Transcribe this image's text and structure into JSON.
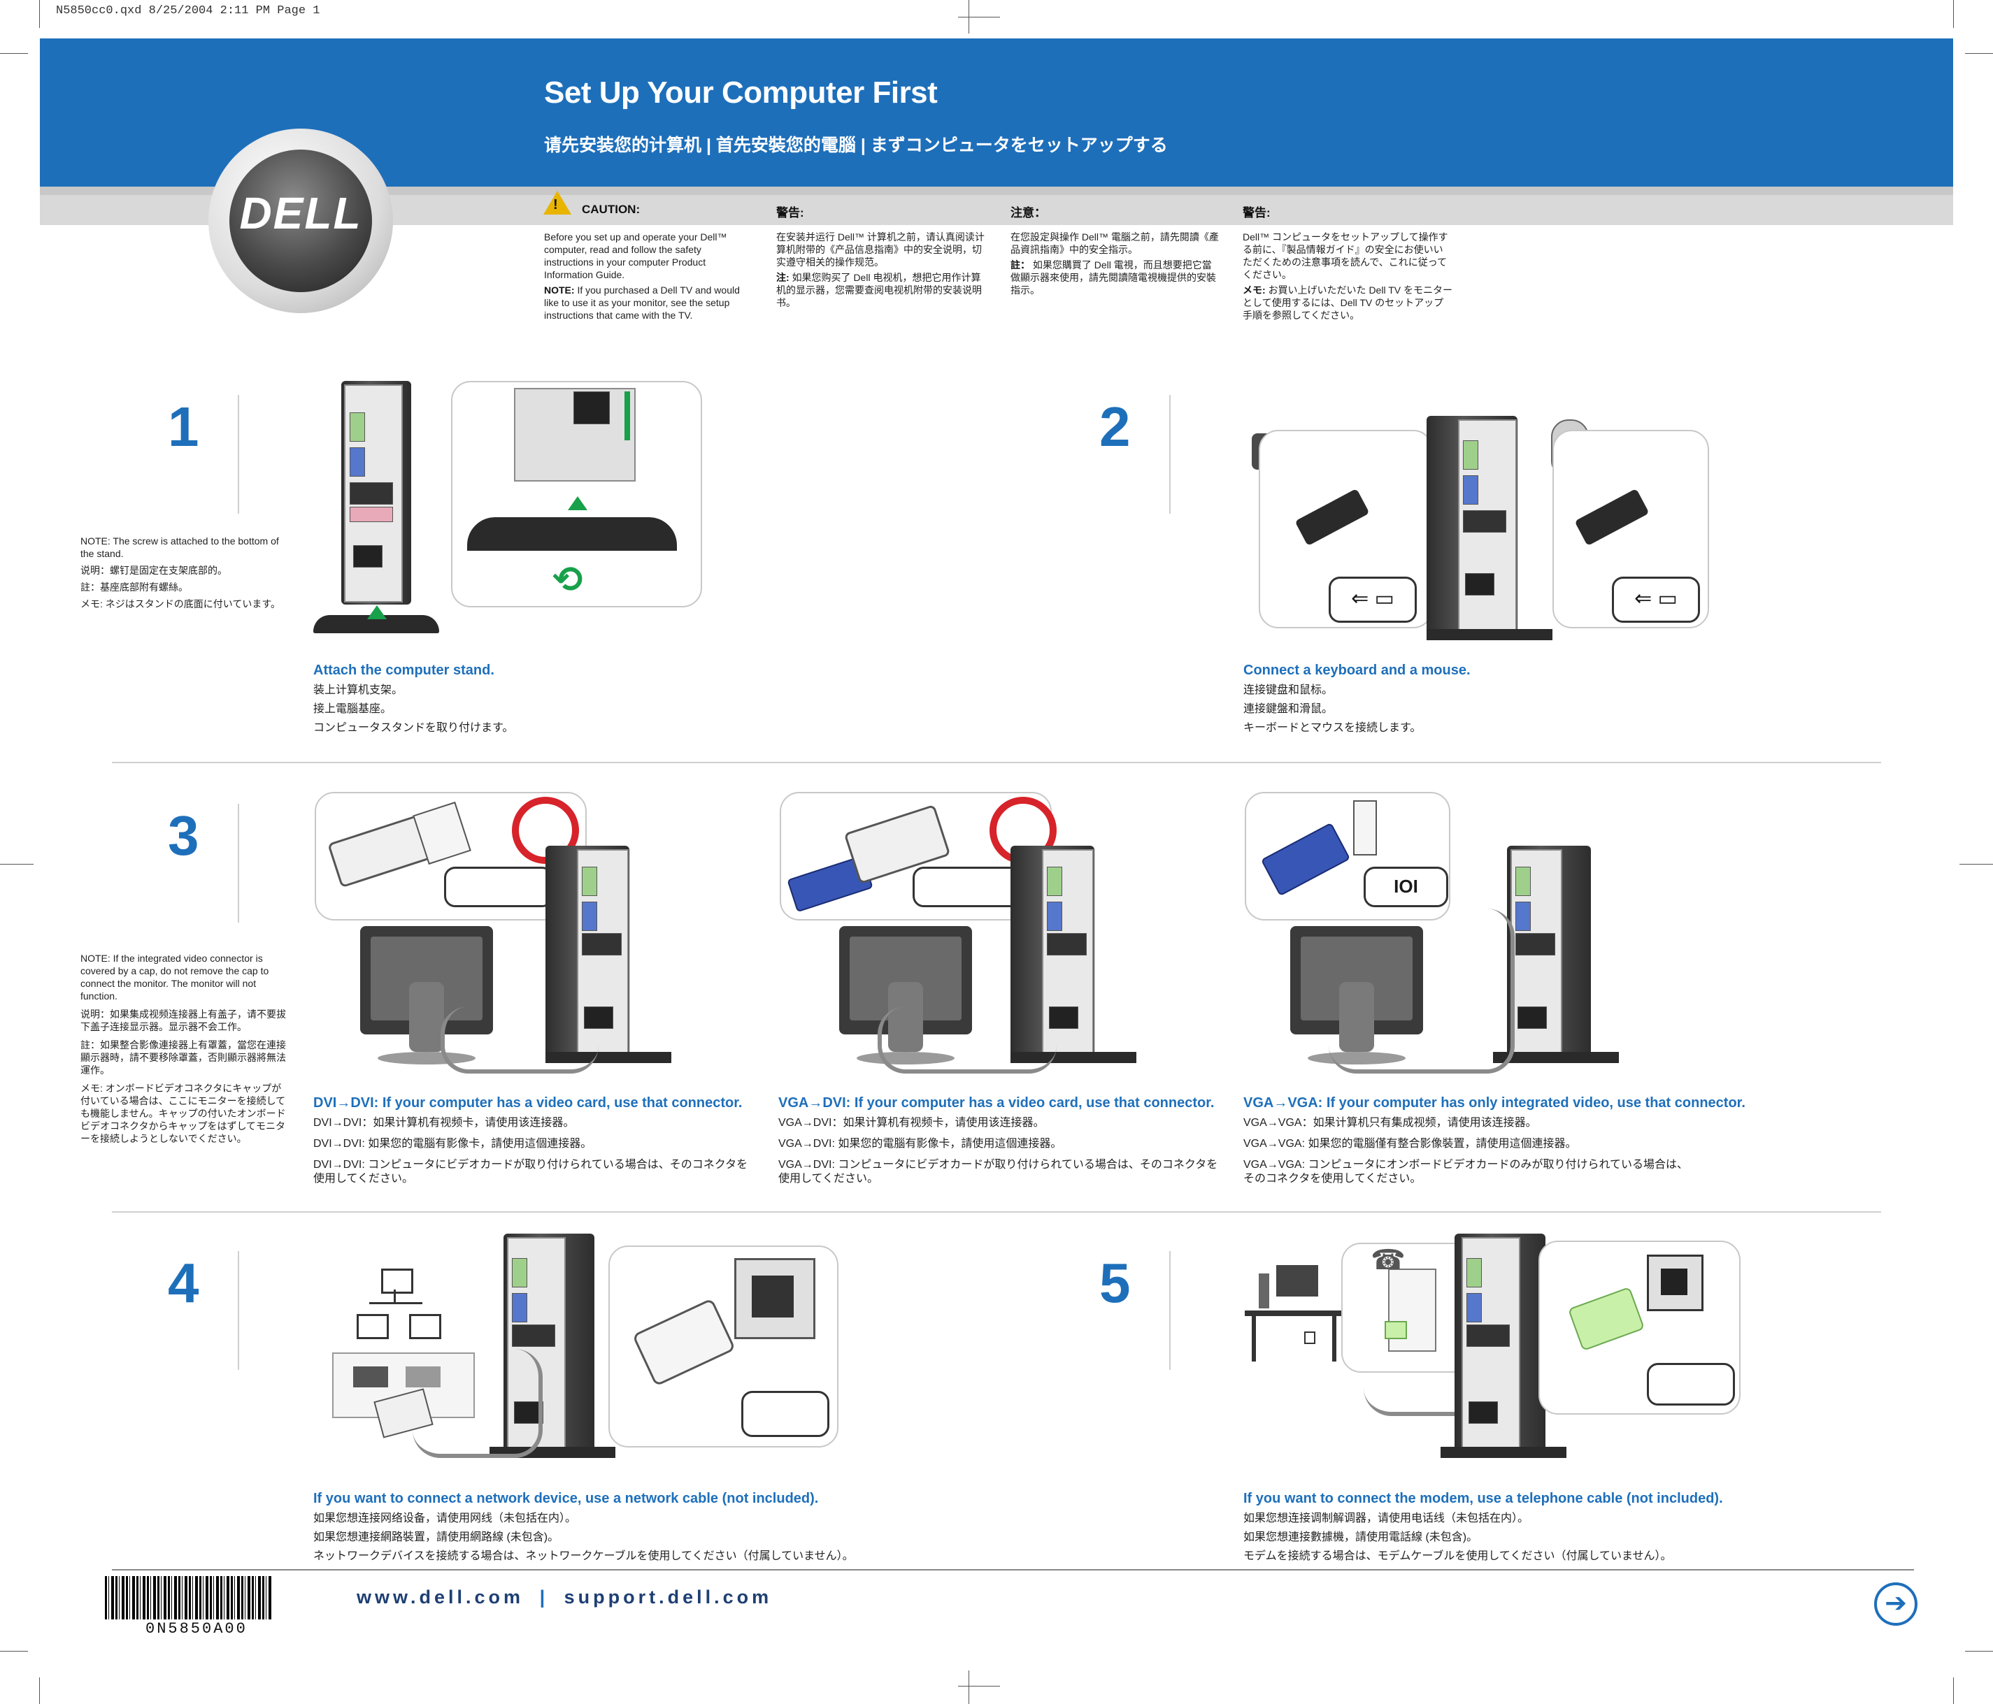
{
  "slug": "N5850cc0.qxd  8/25/2004  2:11 PM  Page 1",
  "header": {
    "title": "Set Up Your Computer First",
    "subtitle": "请先安装您的计算机 | 首先安裝您的電腦 | まずコンピュータをセットアップする",
    "logo": "DELL"
  },
  "caution": [
    {
      "heading": "CAUTION:",
      "body": "Before you set up and operate your Dell™ computer, read and follow the safety instructions in your computer Product Information Guide.",
      "note_label": "NOTE:",
      "note": "If you purchased a Dell TV and would like to use it as your monitor, see the setup instructions that came with the TV."
    },
    {
      "heading": "警告:",
      "body": "在安装并运行 Dell™ 计算机之前，请认真阅读计算机附带的《产品信息指南》中的安全说明，切实遵守相关的操作规范。",
      "note_label": "注:",
      "note": "如果您购买了 Dell 电视机，想把它用作计算机的显示器，您需要查阅电视机附带的安装说明书。"
    },
    {
      "heading": "注意：",
      "body": "在您設定與操作 Dell™ 電腦之前，請先閱讀《產品資訊指南》中的安全指示。",
      "note_label": "註：",
      "note": "如果您購買了 Dell 電視，而且想要把它當做顯示器來使用，請先閱讀隨電視機提供的安裝指示。"
    },
    {
      "heading": "警告:",
      "body": "Dell™ コンピュータをセットアップして操作する前に、『製品情報ガイド』の安全にお使いいただくための注意事項を読んで、これに従ってください。",
      "note_label": "メモ:",
      "note": "お買い上げいただいた Dell TV をモニターとして使用するには、Dell TV のセットアップ手順を参照してください。"
    }
  ],
  "steps": {
    "s1": {
      "num": "1",
      "note": [
        "NOTE: The screw is attached to the bottom of the stand.",
        "说明：螺钉是固定在支架底部的。",
        "註：基座底部附有螺絲。",
        "メモ: ネジはスタンドの底面に付いています。"
      ],
      "caption_en": "Attach the computer stand.",
      "caption": [
        "装上计算机支架。",
        "接上電腦基座。",
        "コンピュータスタンドを取り付けます。"
      ]
    },
    "s2": {
      "num": "2",
      "caption_en": "Connect a keyboard and a mouse.",
      "caption": [
        "连接键盘和鼠标。",
        "連接鍵盤和滑鼠。",
        "キーボードとマウスを接続します。"
      ]
    },
    "s3": {
      "num": "3",
      "note": [
        "NOTE: If the integrated video connector is covered by a cap, do not remove the cap to connect the monitor. The monitor will not function.",
        "说明：如果集成视频连接器上有盖子，请不要拔下盖子连接显示器。显示器不会工作。",
        "註：如果整合影像連接器上有罩蓋，當您在連接顯示器時，請不要移除罩蓋，否則顯示器將無法運作。",
        "メモ: オンボードビデオコネクタにキャップが付いている場合は、ここにモニターを接続しても機能しません。キャップの付いたオンボードビデオコネクタからキャップをはずしてモニターを接続しようとしないでください。"
      ],
      "a": {
        "caption_en": "DVI→DVI: If your computer has a video card, use that connector.",
        "caption": [
          "DVI→DVI：如果计算机有视频卡，请使用该连接器。",
          "DVI→DVI: 如果您的電腦有影像卡，請使用這個連接器。",
          "DVI→DVI: コンピュータにビデオカードが取り付けられている場合は、そのコネクタを使用してください。"
        ]
      },
      "b": {
        "caption_en": "VGA→DVI: If your computer has a video card, use that connector.",
        "caption": [
          "VGA→DVI：如果计算机有视频卡，请使用该连接器。",
          "VGA→DVI: 如果您的電腦有影像卡，請使用這個連接器。",
          "VGA→DVI: コンピュータにビデオカードが取り付けられている場合は、そのコネクタを使用してください。"
        ]
      },
      "c": {
        "caption_en": "VGA→VGA: If your computer has only integrated video, use that connector.",
        "caption": [
          "VGA→VGA：如果计算机只有集成视频，请使用该连接器。",
          "VGA→VGA: 如果您的電腦僅有整合影像裝置，請使用這個連接器。",
          "VGA→VGA: コンピュータにオンボードビデオカードのみが取り付けられている場合は、そのコネクタを使用してください。"
        ]
      }
    },
    "s4": {
      "num": "4",
      "caption_en": "If you want to connect a network device, use a network cable (not included).",
      "caption": [
        "如果您想连接网络设备，请使用网线（未包括在内）。",
        "如果您想連接網路裝置，請使用網路線 (未包含)。",
        "ネットワークデバイスを接続する場合は、ネットワークケーブルを使用してください（付属していません）。"
      ]
    },
    "s5": {
      "num": "5",
      "caption_en": "If you want to connect the modem, use a telephone cable (not included).",
      "caption": [
        "如果您想连接调制解调器，请使用电话线（未包括在内）。",
        "如果您想連接數據機，請使用電話線 (未包含)。",
        "モデムを接続する場合は、モデムケーブルを使用してください（付属していません）。"
      ]
    }
  },
  "footer": {
    "url_left": "www.dell.com",
    "sep": "|",
    "url_right": "support.dell.com",
    "barcode_number": "0N5850A00",
    "next_icon": "arrow-right-icon"
  },
  "colors": {
    "accent": "#1e6fba",
    "warning": "#e8b400",
    "green": "#18a04a",
    "no": "#d7232a"
  }
}
